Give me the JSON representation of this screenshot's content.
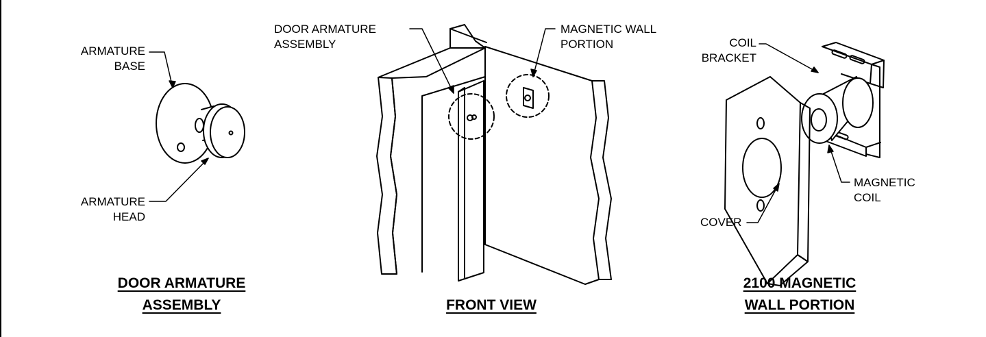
{
  "labels": {
    "armature_base": [
      "ARMATURE",
      "BASE"
    ],
    "armature_head": [
      "ARMATURE",
      "HEAD"
    ],
    "door_armature_assembly": [
      "DOOR ARMATURE",
      "ASSEMBLY"
    ],
    "magnetic_wall_portion": [
      "MAGNETIC WALL",
      "PORTION"
    ],
    "coil_bracket": [
      "COIL",
      "BRACKET"
    ],
    "magnetic_coil": [
      "MAGNETIC",
      "COIL"
    ],
    "cover": "COVER"
  },
  "titles": {
    "left": [
      "DOOR ARMATURE",
      "ASSEMBLY"
    ],
    "center": "FRONT VIEW",
    "right": [
      "2100 MAGNETIC",
      "WALL PORTION"
    ]
  }
}
